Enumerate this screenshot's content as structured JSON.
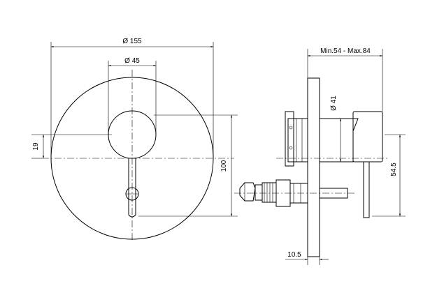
{
  "dimensions": {
    "outer_diameter": "Ø 155",
    "knob_diameter": "Ø 45",
    "height_offset": "19",
    "vertical_size": "100",
    "depth_range": "Min.54 - Max.84",
    "handle_diameter": "Ø 41",
    "side_height": "54.5",
    "plate_thickness": "10.5"
  }
}
